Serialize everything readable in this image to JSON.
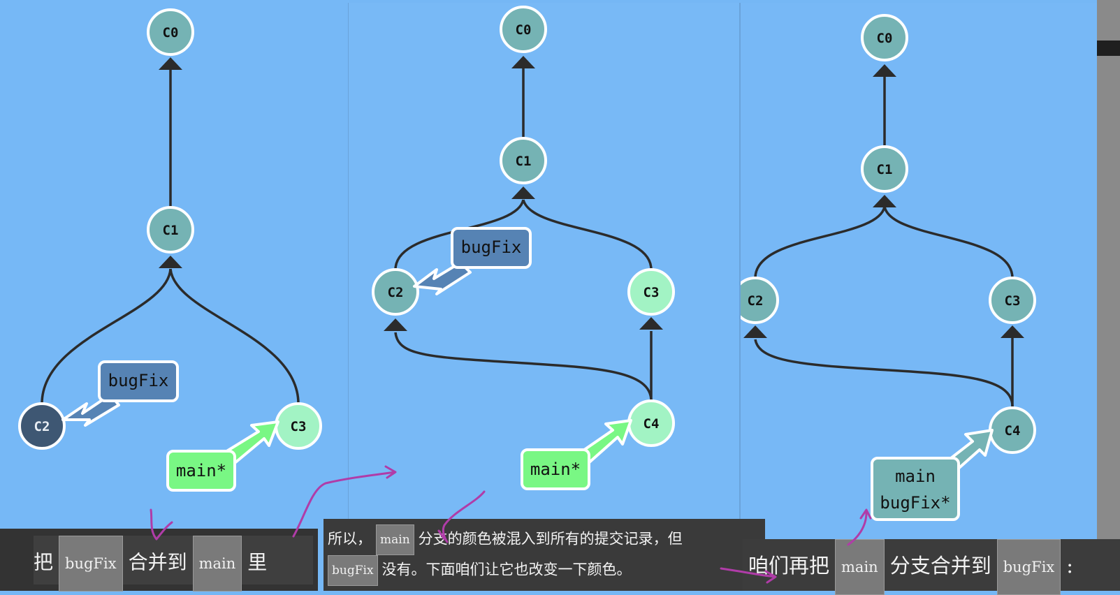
{
  "panels": [
    {
      "id": "before-merge",
      "commits": [
        {
          "label": "C0",
          "fill": "#75b3b4"
        },
        {
          "label": "C1",
          "fill": "#75b3b4"
        },
        {
          "label": "C2",
          "fill": "#3e5773"
        },
        {
          "label": "C3",
          "fill": "#a2f3c4"
        }
      ],
      "branches": [
        {
          "name": "bugFix",
          "target": "C2",
          "fill": "#5683b4"
        },
        {
          "name": "main*",
          "target": "C3",
          "fill": "#79f784"
        }
      ]
    },
    {
      "id": "after-merge-into-main",
      "commits": [
        {
          "label": "C0",
          "fill": "#75b3b4"
        },
        {
          "label": "C1",
          "fill": "#75b3b4"
        },
        {
          "label": "C2",
          "fill": "#75b3b4"
        },
        {
          "label": "C3",
          "fill": "#a2f3c4"
        },
        {
          "label": "C4",
          "fill": "#a2f3c4"
        }
      ],
      "branches": [
        {
          "name": "bugFix",
          "target": "C2",
          "fill": "#5683b4"
        },
        {
          "name": "main*",
          "target": "C4",
          "fill": "#79f784"
        }
      ]
    },
    {
      "id": "after-merge-into-bugfix",
      "commits": [
        {
          "label": "C0",
          "fill": "#75b3b4"
        },
        {
          "label": "C1",
          "fill": "#75b3b4"
        },
        {
          "label": "C2",
          "fill": "#75b3b4"
        },
        {
          "label": "C3",
          "fill": "#75b3b4"
        },
        {
          "label": "C4",
          "fill": "#75b3b4"
        }
      ],
      "branches": [
        {
          "name_line1": "main",
          "name_line2": "bugFix*",
          "target": "C4",
          "fill": "#75b3b4"
        }
      ]
    }
  ],
  "captions": {
    "first": {
      "before": "把",
      "tag1": "bugFix",
      "middle": "合并到",
      "tag2": "main",
      "after": "里"
    },
    "second": {
      "line1_before": "所以，",
      "tag1": "main",
      "line1_after": "分支的颜色被混入到所有的提交记录，但",
      "tag2": "bugFix",
      "line2_after": "没有。下面咱们让它也改变一下颜色。"
    },
    "third": {
      "before": "咱们再把",
      "tag1": "main",
      "middle": "分支合并到",
      "tag2": "bugFix",
      "after": ":"
    }
  },
  "colors": {
    "background": "#75b7f5",
    "edge": "#2b2b2b",
    "annotation_ink": "#b03ca8"
  }
}
